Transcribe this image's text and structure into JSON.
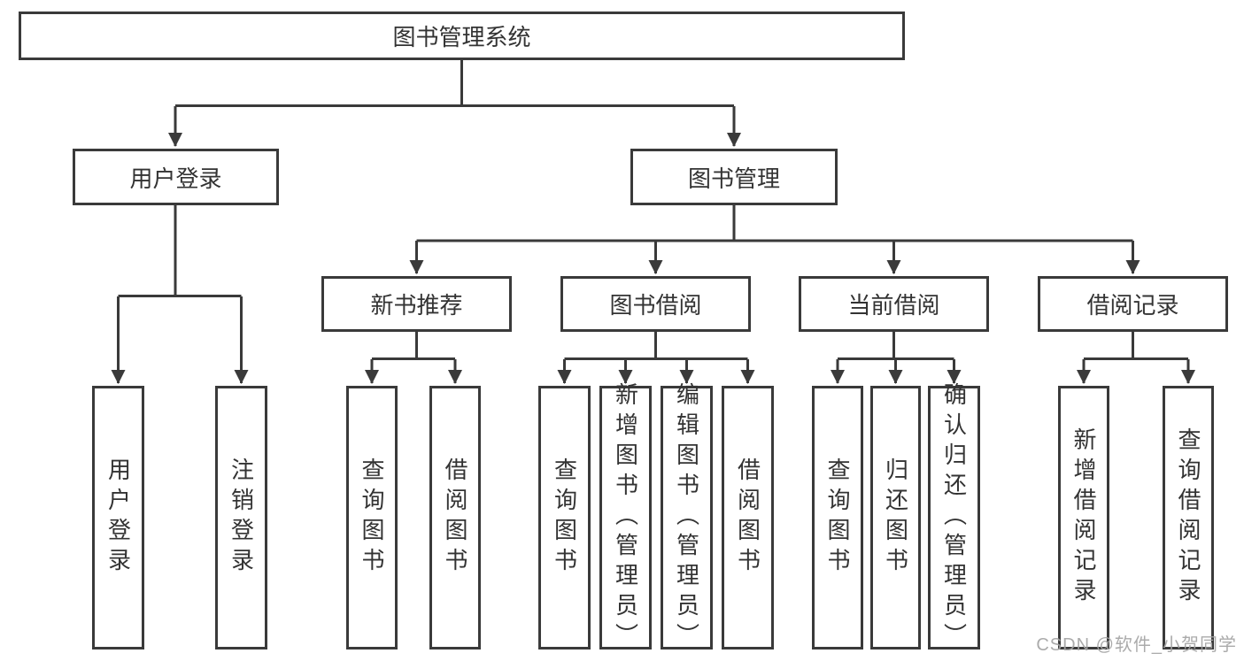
{
  "colors": {
    "line": "#3a3a3a",
    "text": "#333333",
    "background": "#ffffff",
    "watermark": "#a4a4a4"
  },
  "watermark": {
    "text": "CSDN @软件_小贺同学"
  },
  "tree": {
    "label": "图书管理系统",
    "children": [
      {
        "label": "用户登录",
        "children": [
          {
            "label": "用户登录"
          },
          {
            "label": "注销登录"
          }
        ]
      },
      {
        "label": "图书管理",
        "children": [
          {
            "label": "新书推荐",
            "children": [
              {
                "label": "查询图书"
              },
              {
                "label": "借阅图书"
              }
            ]
          },
          {
            "label": "图书借阅",
            "children": [
              {
                "label": "查询图书"
              },
              {
                "label": "新增图书（管理员）"
              },
              {
                "label": "编辑图书（管理员）"
              },
              {
                "label": "借阅图书"
              }
            ]
          },
          {
            "label": "当前借阅",
            "children": [
              {
                "label": "查询图书"
              },
              {
                "label": "归还图书"
              },
              {
                "label": "确认归还（管理员）"
              }
            ]
          },
          {
            "label": "借阅记录",
            "children": [
              {
                "label": "新增借阅记录"
              },
              {
                "label": "查询借阅记录"
              }
            ]
          }
        ]
      }
    ]
  }
}
